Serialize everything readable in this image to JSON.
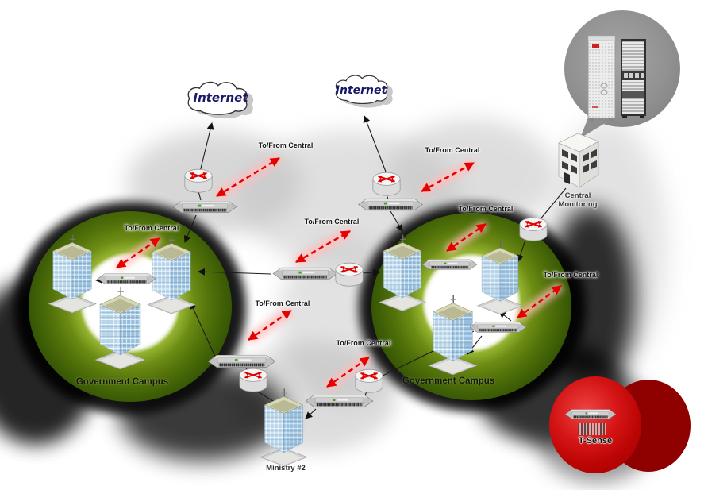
{
  "clouds": {
    "left": {
      "label": "Internet"
    },
    "right": {
      "label": "Internet"
    }
  },
  "links": {
    "to_from_central": "To/From Central"
  },
  "campuses": {
    "left": {
      "label": "Government Campus"
    },
    "right": {
      "label": "Government Campus"
    }
  },
  "ministry": {
    "label": "Ministry #2"
  },
  "monitoring_center": {
    "line1": "Central",
    "line2": "Monitoring"
  },
  "sensor": {
    "label": "T-Sense"
  },
  "colors": {
    "campus_ring_green": "#4f7003",
    "sensor_circle_red": "#c00000",
    "arrow_red": "#e60000",
    "cloud_text_navy": "#1a1a66",
    "monitoring_circle_gray": "#8c8c8c"
  }
}
